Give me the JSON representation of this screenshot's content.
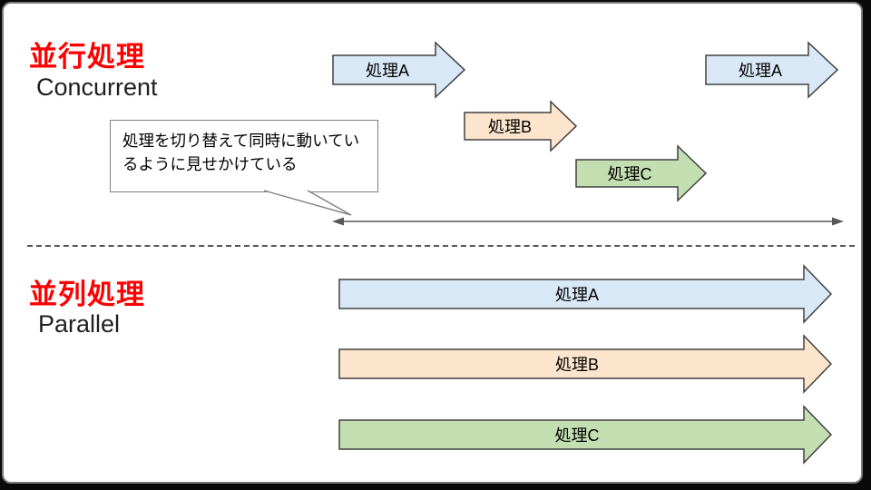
{
  "concurrent": {
    "title": "並行処理",
    "subtitle": "Concurrent",
    "callout_line1": "処理を切り替えて同時に動いてい",
    "callout_line2": "るように見せかけている",
    "arrow_a1_label": "処理A",
    "arrow_b_label": "処理B",
    "arrow_c_label": "処理C",
    "arrow_a2_label": "処理A"
  },
  "parallel": {
    "title": "並列処理",
    "subtitle": "Parallel",
    "arrow_a_label": "処理A",
    "arrow_b_label": "処理B",
    "arrow_c_label": "処理C"
  },
  "colors": {
    "title": "#ff0000",
    "process_a_fill": "#d9e8f6",
    "process_b_fill": "#fce5cc",
    "process_c_fill": "#c3deb1",
    "shape_border": "#404040",
    "line": "#565656"
  }
}
